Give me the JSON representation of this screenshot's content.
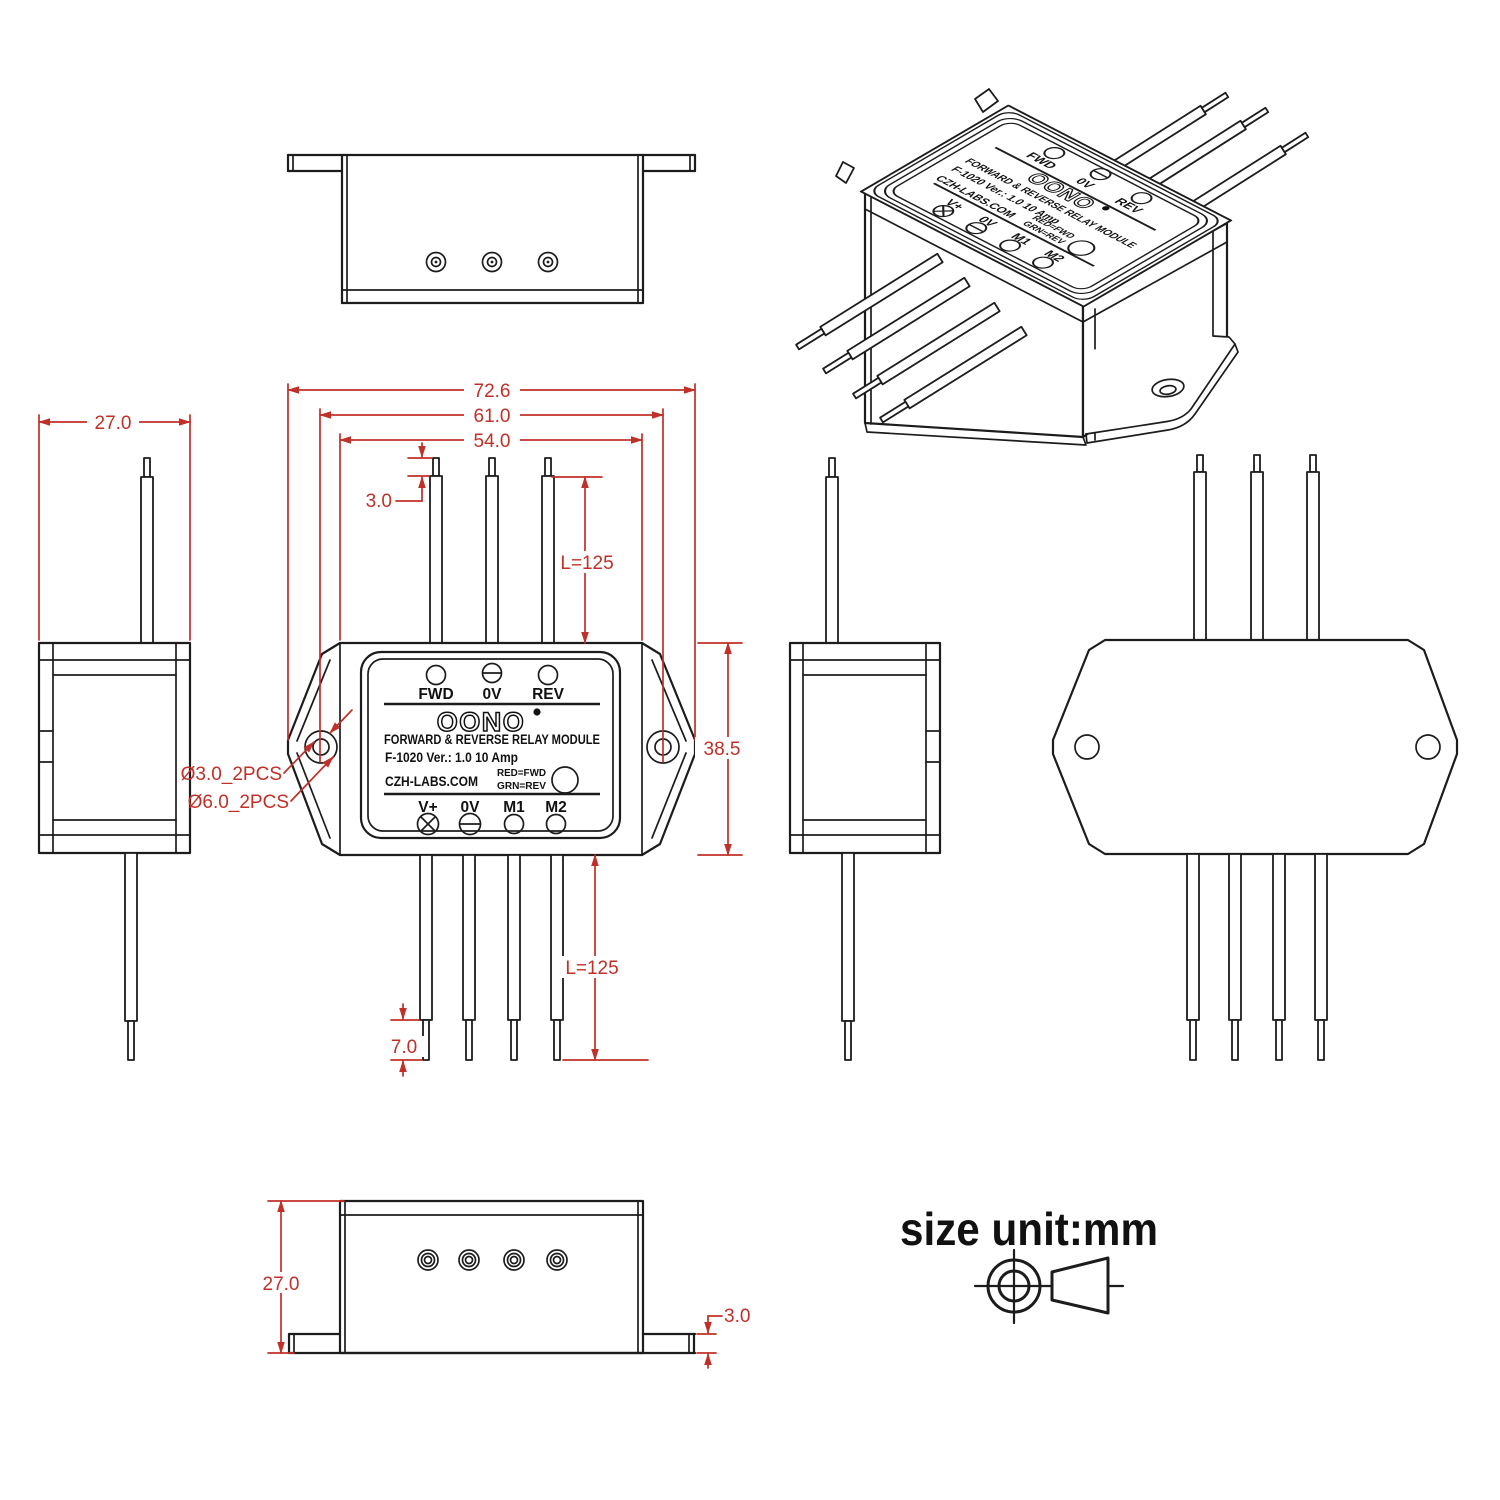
{
  "label": {
    "top_terminals": [
      "FWD",
      "0V",
      "REV"
    ],
    "brand": "OONO",
    "registered_dot": "",
    "title": "FORWARD & REVERSE RELAY MODULE",
    "model": "F-1020 Ver.: 1.0  10 Amp",
    "website": "CZH-LABS.COM",
    "led_note_line1": "RED=FWD",
    "led_note_line2": "GRN=REV",
    "bottom_terminals": [
      "V+",
      "0V",
      "M1",
      "M2"
    ]
  },
  "dimensions": {
    "side_view_width": "27.0",
    "overall_width": "72.6",
    "hole_spacing": "61.0",
    "body_width": "54.0",
    "top_tip_length": "3.0",
    "top_lead_length": "L=125",
    "body_height": "38.5",
    "small_hole": "Ø3.0_2PCS",
    "large_hole": "Ø6.0_2PCS",
    "bottom_tip_length": "7.0",
    "bottom_lead_length": "L=125",
    "bottom_view_height": "27.0",
    "flange_thickness": "3.0"
  },
  "note": {
    "unit_text": "size unit:mm"
  },
  "colors": {
    "line": "#1c1c1c",
    "dimension": "#c03028",
    "background": "#ffffff"
  }
}
